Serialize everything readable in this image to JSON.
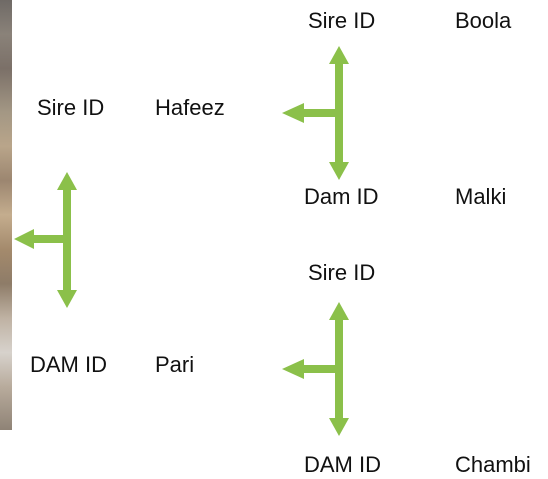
{
  "accent_color": "#8bc04a",
  "background_photo": "cattle-photo-strip",
  "nodes": {
    "focal_sire_label": "Sire ID",
    "focal_sire_name": "Hafeez",
    "focal_dam_label": "DAM ID",
    "focal_dam_name": "Pari",
    "paternal_sire_label": "Sire ID",
    "paternal_sire_name": "Boola",
    "paternal_dam_label": "Dam ID",
    "paternal_dam_name": "Malki",
    "maternal_sire_label": "Sire ID",
    "maternal_dam_label": "DAM ID",
    "maternal_dam_name": "Chambi"
  },
  "arrow_icon": "branch-arrow-icon"
}
